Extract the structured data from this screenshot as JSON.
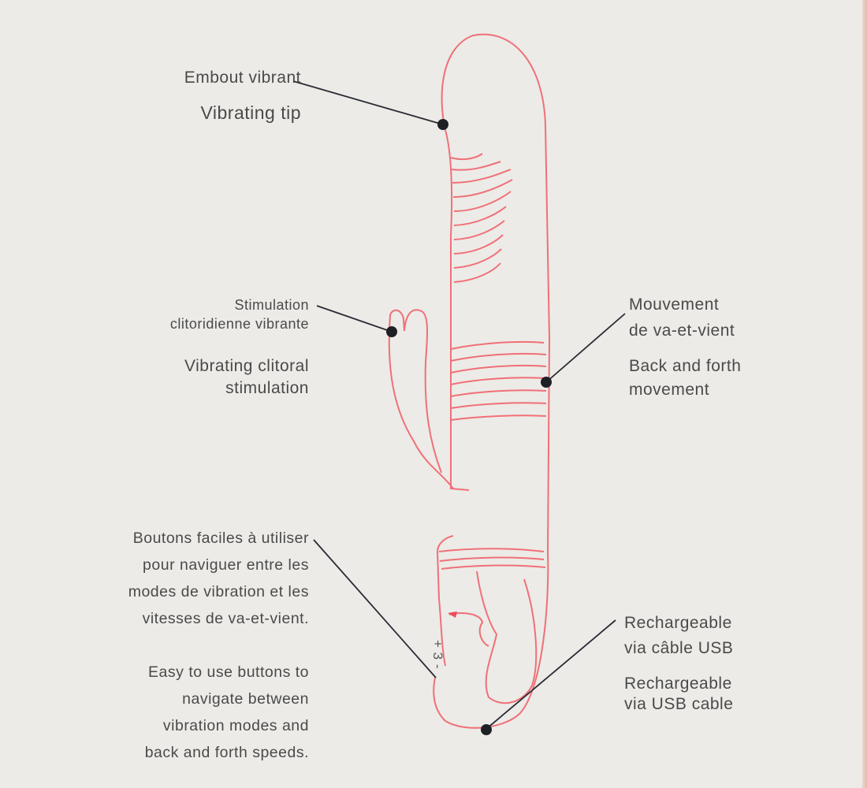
{
  "labels": {
    "tip": {
      "fr": "Embout vibrant",
      "en": "Vibrating tip"
    },
    "clit": {
      "fr_1": "Stimulation",
      "fr_2": "clitoridienne vibrante",
      "en_1": "Vibrating clitoral",
      "en_2": "stimulation"
    },
    "thrust": {
      "fr_1": "Mouvement",
      "fr_2": "de va-et-vient",
      "en_1": "Back and forth",
      "en_2": "movement"
    },
    "buttons": {
      "fr": [
        "Boutons faciles à utiliser",
        "pour naviguer entre les",
        "modes de vibration et les",
        "vitesses de va-et-vient."
      ],
      "en": [
        "Easy to use buttons to",
        "navigate between",
        "vibration modes and",
        "back and forth speeds."
      ]
    },
    "usb": {
      "fr_1": "Rechargeable",
      "fr_2": "via câble USB",
      "en_1": "Rechargeable",
      "en_2": "via USB cable"
    }
  },
  "button_marks": "+ 3 -",
  "colors": {
    "background": "#ecebe7",
    "outline": "#f07078",
    "text": "#4a4a4a",
    "leader": "#2a2a35"
  }
}
